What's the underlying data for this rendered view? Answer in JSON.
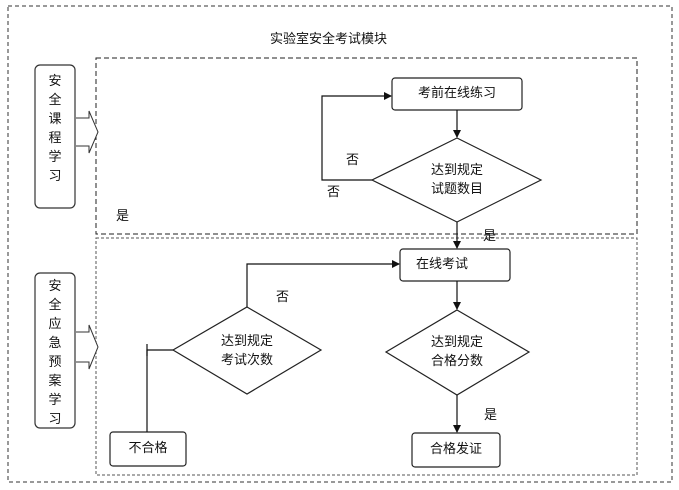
{
  "title": "实验室安全考试模块",
  "left_modules": {
    "course": "安全课程学习",
    "emergency": "安全应急预案学习"
  },
  "nodes": {
    "practice": "考前在线练习",
    "check_questions": [
      "达到规定",
      "试题数目"
    ],
    "online_exam": "在线考试",
    "check_score": [
      "达到规定",
      "合格分数"
    ],
    "check_attempts": [
      "达到规定",
      "考试次数"
    ],
    "fail": "不合格",
    "certificate": "合格发证"
  },
  "edge_labels": {
    "no_1": "否",
    "no_2": "否",
    "yes_1": "是",
    "yes_2": "是",
    "no_3": "否",
    "yes_3": "是"
  }
}
